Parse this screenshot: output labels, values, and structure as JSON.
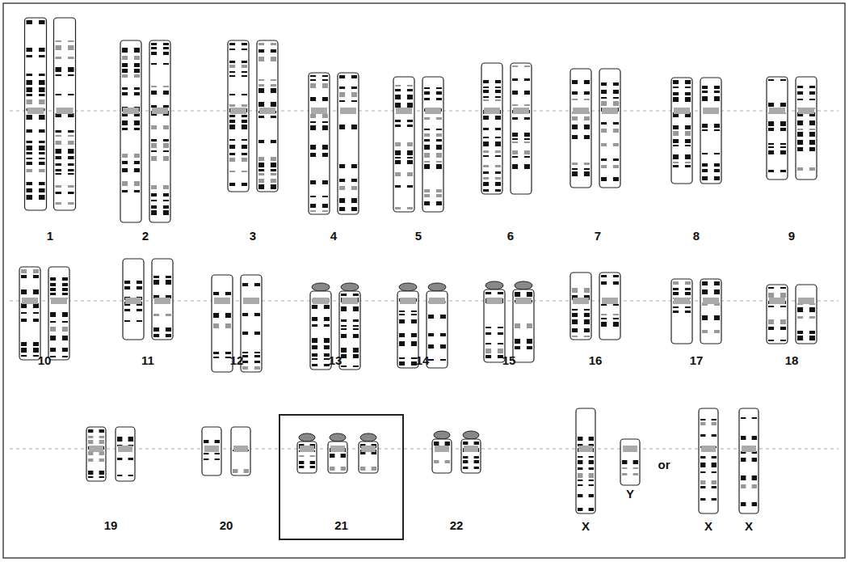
{
  "diagram": {
    "nodes": [
      {
        "text": [
          "21"
        ]
      }
    ],
    "labels": [
      "1",
      "2",
      "3",
      "4",
      "5",
      "6",
      "7",
      "8",
      "9",
      "10",
      "11",
      "12",
      "13",
      "14",
      "15",
      "16",
      "17",
      "18",
      "19",
      "20",
      "22",
      "X",
      "Y",
      "or",
      "X",
      "X"
    ]
  }
}
